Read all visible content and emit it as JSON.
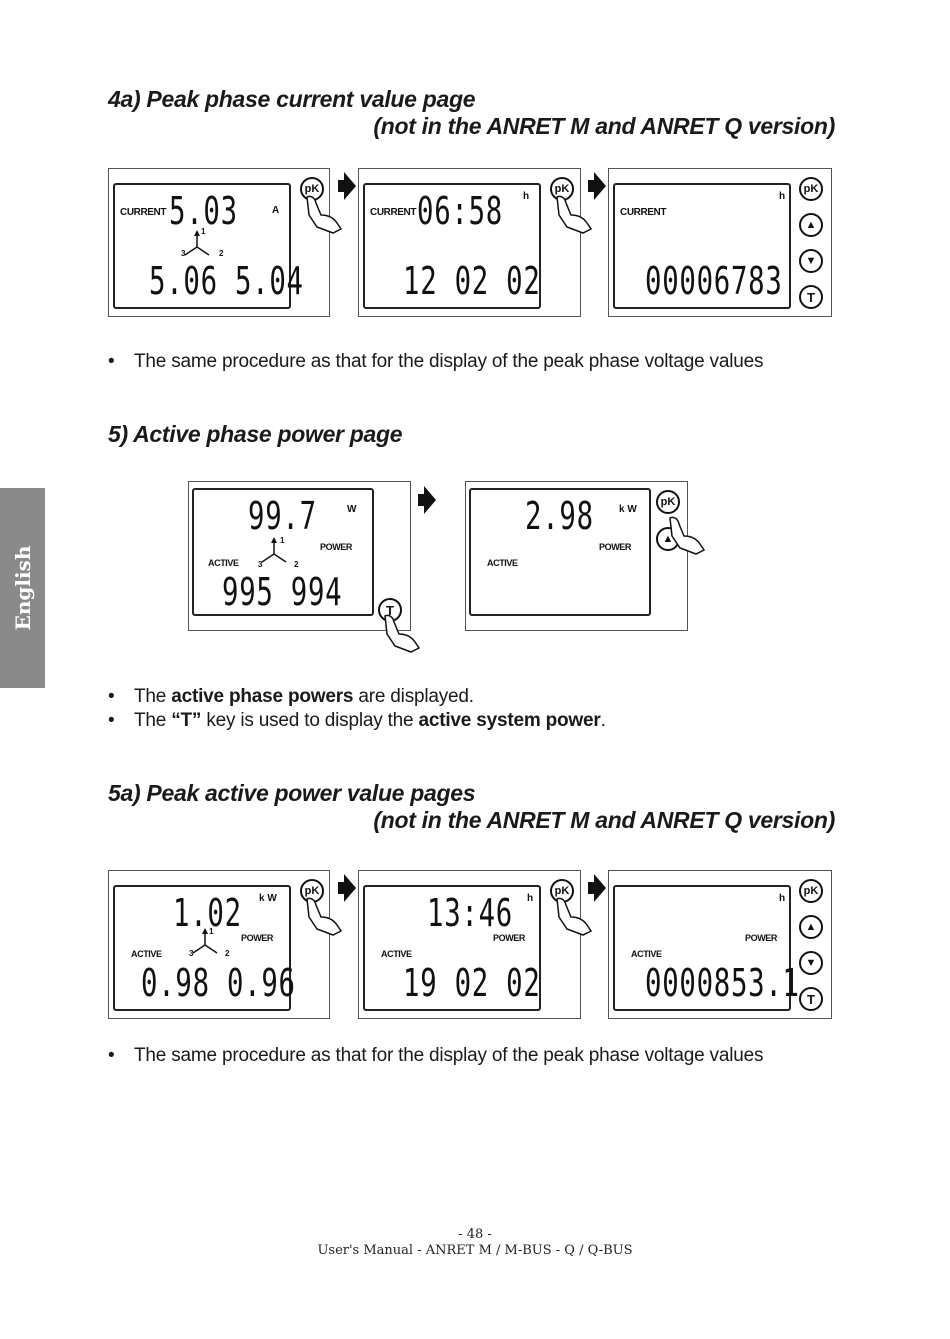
{
  "side_tab": "English",
  "sections": {
    "s4a": {
      "title": "4a) Peak phase current value page",
      "subtitle": "(not in the ANRET M and ANRET Q version)",
      "displays": [
        {
          "label": "CURRENT",
          "unit": "A",
          "top_value": "5.03",
          "phase1": "1",
          "phase2": "2",
          "phase3": "3",
          "bottom_value": "5.06  5.04",
          "button": "pK"
        },
        {
          "label": "CURRENT",
          "unit": "h",
          "top_value": "06:58",
          "bottom_value": "12 02 02",
          "button": "pK"
        },
        {
          "label": "CURRENT",
          "unit": "h",
          "bottom_value": "00006783",
          "buttons": [
            "pK",
            "▲",
            "▼",
            "T"
          ]
        }
      ],
      "bullet": "The same procedure as that for the display of the peak phase voltage values"
    },
    "s5": {
      "title": "5) Active phase power page",
      "displays": [
        {
          "unit": "W",
          "top_value": "99.7",
          "phase1": "1",
          "phase2": "2",
          "phase3": "3",
          "power_label": "POWER",
          "active_label": "ACTIVE",
          "bottom_value": "995  994",
          "button": "T"
        },
        {
          "unit": "k W",
          "top_value": "2.98",
          "power_label": "POWER",
          "active_label": "ACTIVE",
          "buttons": [
            "pK",
            "▲"
          ]
        }
      ],
      "bullet1": {
        "pre": "The ",
        "bold": "active phase powers",
        "post": " are displayed."
      },
      "bullet2": {
        "pre": "The ",
        "bold1": "“T”",
        "mid": " key is used to display the ",
        "bold2": "active system power",
        "post": "."
      }
    },
    "s5a": {
      "title": "5a) Peak active power value pages",
      "subtitle": "(not in the ANRET M and ANRET Q version)",
      "displays": [
        {
          "unit": "k W",
          "top_value": "1.02",
          "phase1": "1",
          "phase2": "2",
          "phase3": "3",
          "power_label": "POWER",
          "active_label": "ACTIVE",
          "bottom_value": "0.98  0.96",
          "button": "pK"
        },
        {
          "unit": "h",
          "top_value": "13:46",
          "power_label": "POWER",
          "active_label": "ACTIVE",
          "bottom_value": "19 02 02",
          "button": "pK"
        },
        {
          "unit": "h",
          "power_label": "POWER",
          "active_label": "ACTIVE",
          "bottom_value": "0000853.1",
          "buttons": [
            "pK",
            "▲",
            "▼",
            "T"
          ]
        }
      ],
      "bullet": "The same procedure as that for the display of the peak phase voltage values"
    }
  },
  "footer": {
    "page": "- 48 -",
    "manual": "User's Manual - ANRET M / M-BUS - Q / Q-BUS"
  }
}
